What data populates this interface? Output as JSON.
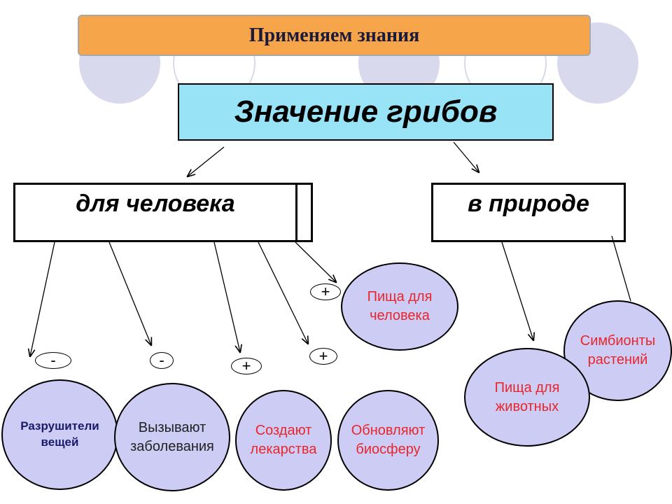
{
  "banner": {
    "title": "Применяем знания"
  },
  "main": {
    "title": "Значение грибов"
  },
  "categories": {
    "human": "для человека",
    "nature": "в природе"
  },
  "signs": {
    "minus": "-",
    "plus": "+"
  },
  "effects": {
    "destroy_things": "Разрушители вещей",
    "cause_diseases": "Вызывают заболевания",
    "create_medicines": "Создают лекарства",
    "renew_biosphere": "Обновляют биосферу",
    "food_for_humans": "Пища для человека",
    "food_for_animals": "Пища для животных",
    "plant_symbionts": "Симбионты растений"
  },
  "colors": {
    "banner": "#f7a54a",
    "title_box": "#99e3f7",
    "circle_fill": "#ccccf5",
    "decor_circle": "#d9d9ee",
    "effect_text": "#e8262b"
  }
}
